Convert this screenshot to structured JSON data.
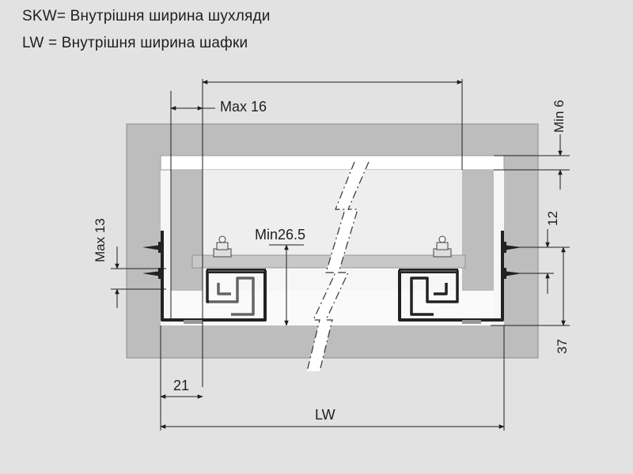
{
  "legend": [
    "SKW= Внутрішня ширина шухляди",
    "LW = Внутрішня ширина шафки"
  ],
  "dimensions": {
    "max16": "Max 16",
    "min6": "Min 6",
    "max13": "Max 13",
    "min26_5": "Min26.5",
    "d12": "12",
    "d37": "37",
    "d21": "21",
    "lw": "LW"
  },
  "colors": {
    "background": "#e2e2e2",
    "cabinet": "#bdbdbd",
    "drawer_inner": "#eeeeee",
    "white": "#ffffff",
    "runner": "#222222",
    "line": "#1e1e1e"
  }
}
